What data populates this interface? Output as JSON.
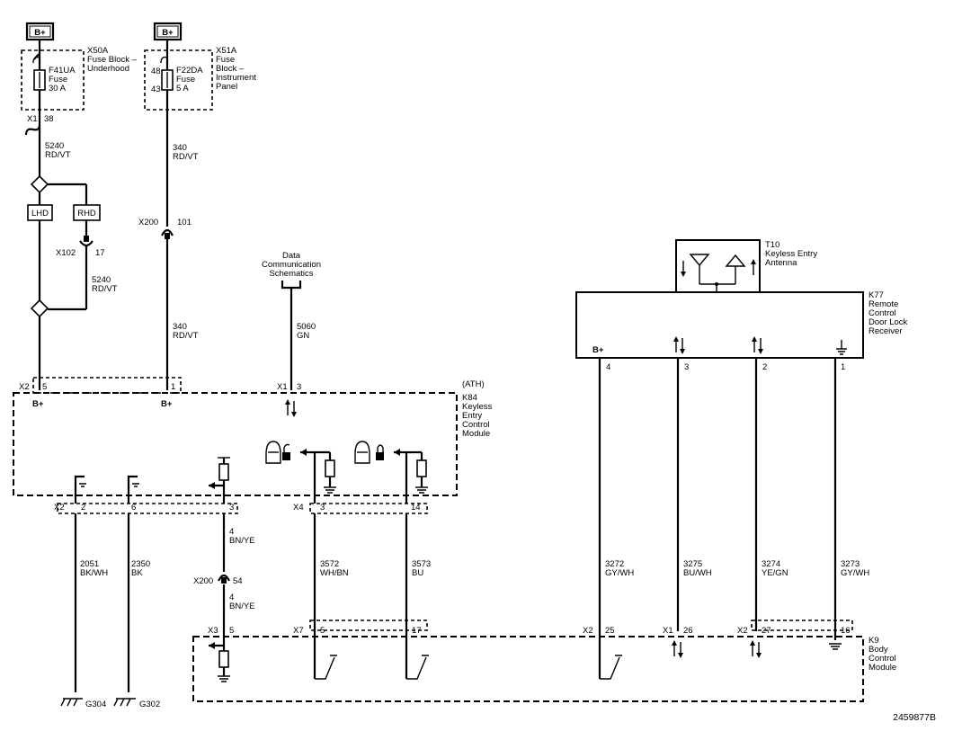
{
  "diagram_id": "2459877B",
  "bplus": "B+",
  "components": {
    "x50a": {
      "ref": "X50A",
      "l1": "Fuse Block –",
      "l2": "Underhood"
    },
    "x51a": {
      "ref": "X51A",
      "l1": "Fuse",
      "l2": "Block –",
      "l3": "Instrument",
      "l4": "Panel"
    },
    "f41ua": {
      "l1": "F41UA",
      "l2": "Fuse",
      "l3": "30 A"
    },
    "f22da": {
      "l1": "F22DA",
      "l2": "Fuse",
      "l3": "5 A",
      "pin_in": "48",
      "pin_out": "43"
    },
    "data_comm": {
      "l1": "Data",
      "l2": "Communication",
      "l3": "Schematics"
    },
    "t10": {
      "ref": "T10",
      "l1": "Keyless Entry",
      "l2": "Antenna"
    },
    "k77": {
      "ref": "K77",
      "l1": "Remote",
      "l2": "Control",
      "l3": "Door Lock",
      "l4": "Receiver"
    },
    "k84": {
      "opt": "(ATH)",
      "ref": "K84",
      "l1": "Keyless",
      "l2": "Entry",
      "l3": "Control",
      "l4": "Module"
    },
    "k9": {
      "ref": "K9",
      "l1": "Body",
      "l2": "Control",
      "l3": "Module"
    },
    "lhd": "LHD",
    "rhd": "RHD",
    "g304": "G304",
    "g302": "G302"
  },
  "connectors": {
    "x1a": "X1",
    "x1a_pin": "38",
    "x102": "X102",
    "x102_pin": "17",
    "x200a": "X200",
    "x200a_pin": "101",
    "x2a": "X2",
    "x2a_p5": "5",
    "x2a_p1": "1",
    "x1b": "X1",
    "x1b_pin": "3",
    "x2b": "X2",
    "x2b_p2": "2",
    "x2b_p6": "6",
    "x2b_p3": "3",
    "x4": "X4",
    "x4_p3": "3",
    "x4_p14": "14",
    "x200b": "X200",
    "x200b_pin": "54",
    "x3": "X3",
    "x3_pin": "5",
    "x7": "X7",
    "x7_p5": "5",
    "x7_p17": "17",
    "x2c": "X2",
    "x2c_pin": "25",
    "x1c": "X1",
    "x1c_pin": "26",
    "x2d": "X2",
    "x2d_p27": "27",
    "x2d_p16": "16",
    "k77_p4": "4",
    "k77_p3": "3",
    "k77_p2": "2",
    "k77_p1": "1"
  },
  "wires": {
    "w5240a": {
      "ckt": "5240",
      "color": "RD/VT"
    },
    "w5240b": {
      "ckt": "5240",
      "color": "RD/VT"
    },
    "w340a": {
      "ckt": "340",
      "color": "RD/VT"
    },
    "w340b": {
      "ckt": "340",
      "color": "RD/VT"
    },
    "w5060": {
      "ckt": "5060",
      "color": "GN"
    },
    "w2051": {
      "ckt": "2051",
      "color": "BK/WH"
    },
    "w2350": {
      "ckt": "2350",
      "color": "BK"
    },
    "w4a": {
      "ckt": "4",
      "color": "BN/YE"
    },
    "w4b": {
      "ckt": "4",
      "color": "BN/YE"
    },
    "w3572": {
      "ckt": "3572",
      "color": "WH/BN"
    },
    "w3573": {
      "ckt": "3573",
      "color": "BU"
    },
    "w3272": {
      "ckt": "3272",
      "color": "GY/WH"
    },
    "w3275": {
      "ckt": "3275",
      "color": "BU/WH"
    },
    "w3274": {
      "ckt": "3274",
      "color": "YE/GN"
    },
    "w3273": {
      "ckt": "3273",
      "color": "GY/WH"
    }
  }
}
